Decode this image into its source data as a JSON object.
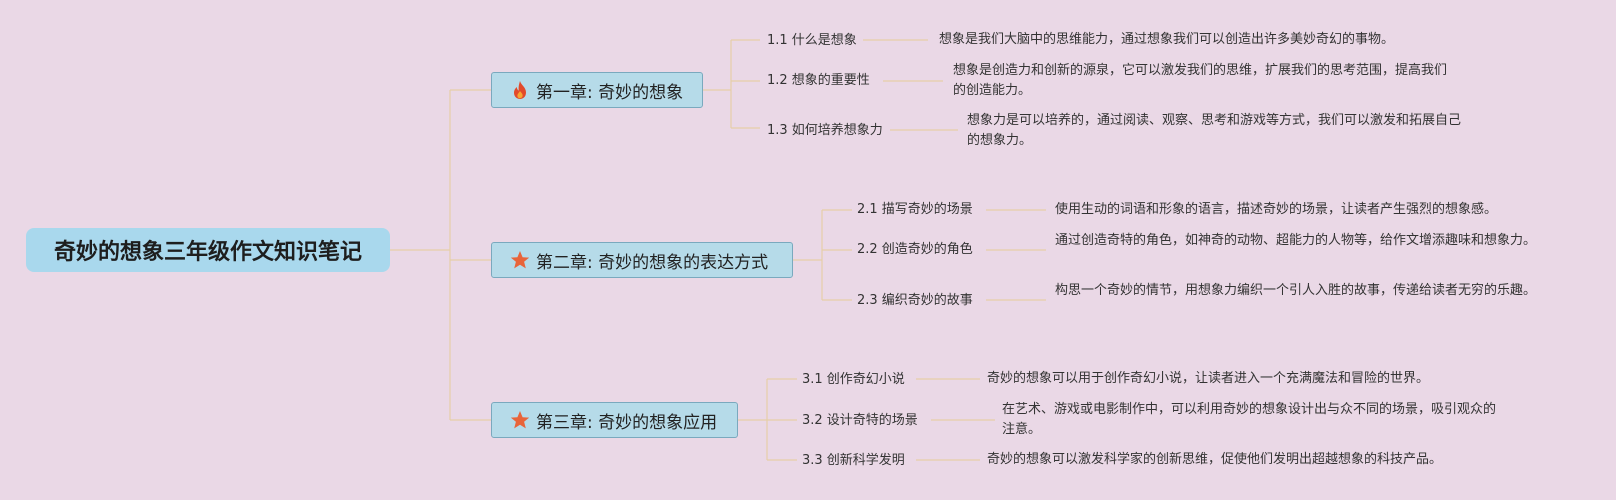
{
  "title": "奇妙的想象三年级作文知识笔记",
  "colors": {
    "background": "#ead8e6",
    "root_fill": "#a9d8ed",
    "chapter_fill": "#b6dbe9",
    "chapter_border": "#7aa9be",
    "connector": "#e6cfa8",
    "flame": "#e24a2b",
    "star": "#e8643a"
  },
  "chapters": [
    {
      "icon": "flame-icon",
      "label": "第一章: 奇妙的想象",
      "topics": [
        {
          "label": "1.1 什么是想象",
          "desc": "想象是我们大脑中的思维能力，通过想象我们可以创造出许多美妙奇幻的事物。"
        },
        {
          "label": "1.2 想象的重要性",
          "desc": "想象是创造力和创新的源泉，它可以激发我们的思维，扩展我们的思考范围，提高我们的创造能力。"
        },
        {
          "label": "1.3 如何培养想象力",
          "desc": "想象力是可以培养的，通过阅读、观察、思考和游戏等方式，我们可以激发和拓展自己的想象力。"
        }
      ]
    },
    {
      "icon": "star-icon",
      "label": "第二章: 奇妙的想象的表达方式",
      "topics": [
        {
          "label": "2.1 描写奇妙的场景",
          "desc": "使用生动的词语和形象的语言，描述奇妙的场景，让读者产生强烈的想象感。"
        },
        {
          "label": "2.2 创造奇妙的角色",
          "desc": "通过创造奇特的角色，如神奇的动物、超能力的人物等，给作文增添趣味和想象力。"
        },
        {
          "label": "2.3 编织奇妙的故事",
          "desc": "构思一个奇妙的情节，用想象力编织一个引人入胜的故事，传递给读者无穷的乐趣。"
        }
      ]
    },
    {
      "icon": "star-icon",
      "label": "第三章: 奇妙的想象应用",
      "topics": [
        {
          "label": "3.1 创作奇幻小说",
          "desc": "奇妙的想象可以用于创作奇幻小说，让读者进入一个充满魔法和冒险的世界。"
        },
        {
          "label": "3.2 设计奇特的场景",
          "desc": "在艺术、游戏或电影制作中，可以利用奇妙的想象设计出与众不同的场景，吸引观众的注意。"
        },
        {
          "label": "3.3 创新科学发明",
          "desc": "奇妙的想象可以激发科学家的创新思维，促使他们发明出超越想象的科技产品。"
        }
      ]
    }
  ]
}
